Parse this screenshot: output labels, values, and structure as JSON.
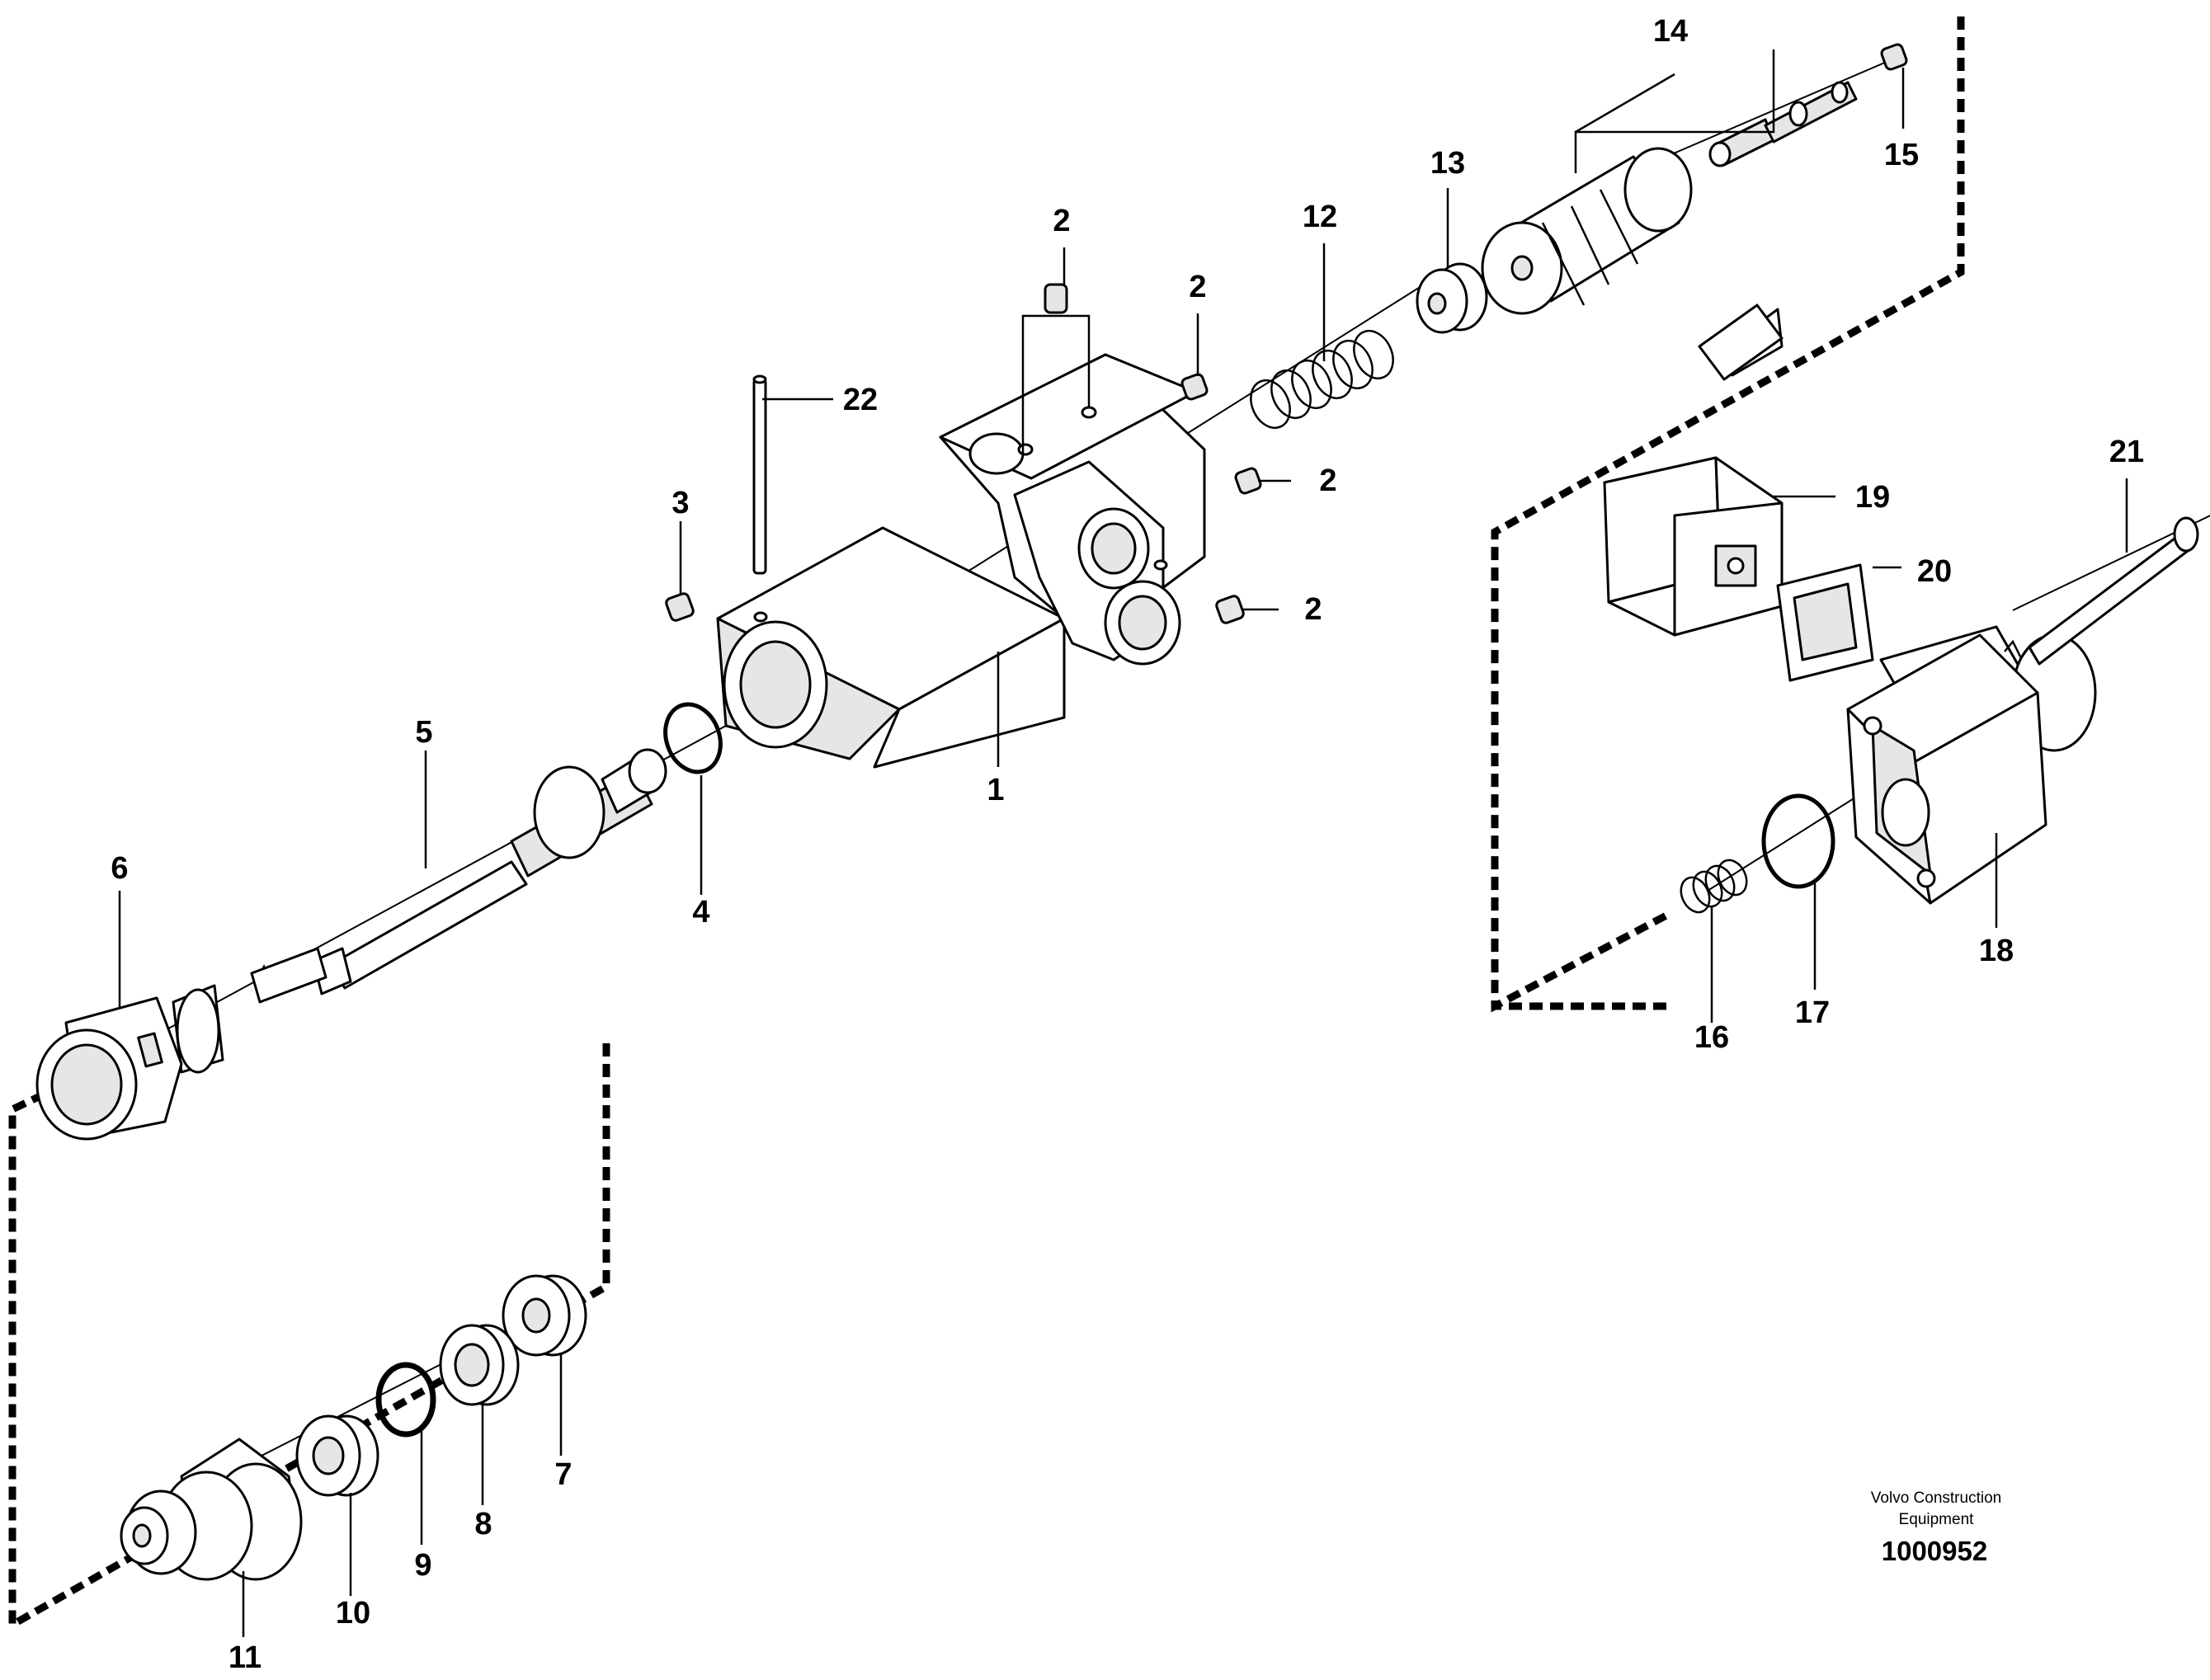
{
  "diagram": {
    "part_labels": [
      "1",
      "2",
      "2",
      "2",
      "2",
      "3",
      "4",
      "5",
      "6",
      "7",
      "8",
      "9",
      "10",
      "11",
      "12",
      "13",
      "14",
      "15",
      "16",
      "17",
      "18",
      "19",
      "20",
      "21",
      "22"
    ],
    "credit_line_1": "Volvo Construction",
    "credit_line_2": "Equipment",
    "document_number": "1000952"
  }
}
